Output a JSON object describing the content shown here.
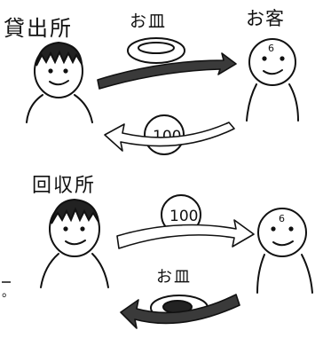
{
  "top": {
    "station_label": "貸出所",
    "item_label": "お皿",
    "customer_label": "お客",
    "coin_value": "100",
    "customer_face_mark": "6"
  },
  "bottom": {
    "station_label": "回収所",
    "item_label": "お皿",
    "coin_value": "100",
    "customer_face_mark": "6"
  },
  "margin_mark": "。",
  "colors": {
    "ink": "#111111",
    "arrow_fill": "#3a3a3a",
    "paper": "#ffffff"
  },
  "icons": [
    "person-icon",
    "plate-icon",
    "coin-icon",
    "arrow-icon"
  ]
}
